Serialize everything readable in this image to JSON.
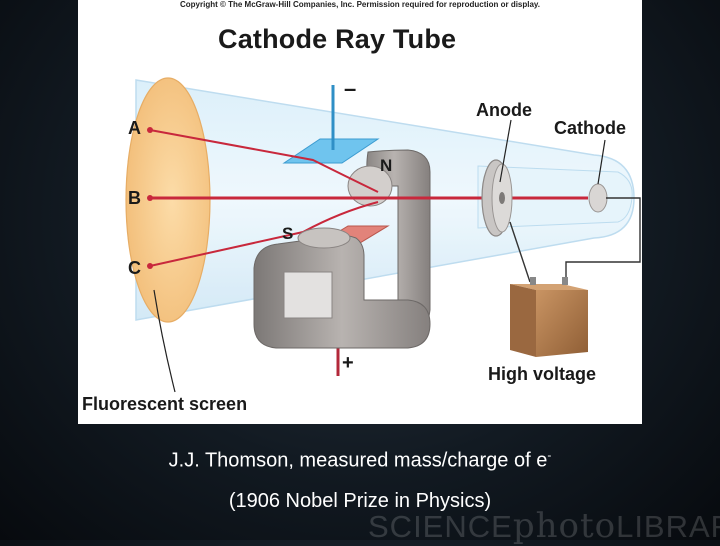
{
  "figure": {
    "copyright": "Copyright © The McGraw-Hill Companies, Inc. Permission required for reproduction or display.",
    "title": "Cathode Ray Tube",
    "labels": {
      "minus": "–",
      "plus": "+",
      "a": "A",
      "b": "B",
      "c": "C",
      "n": "N",
      "s": "S",
      "anode": "Anode",
      "cathode": "Cathode",
      "high_voltage": "High voltage",
      "fluorescent_screen": "Fluorescent screen"
    },
    "colors": {
      "beam": "#c8283c",
      "screen": "#f7c98a",
      "plate_top": "#6fc4ee",
      "plate_bottom": "#e2837a",
      "magnet": "#9a9593",
      "battery": "#b9814f"
    }
  },
  "caption": {
    "line1": "J.J. Thomson, measured mass/charge of e",
    "superscript": "-",
    "line2": "(1906 Nobel Prize in Physics)"
  },
  "watermark": {
    "part1": "SCIENCE",
    "part2": "photo",
    "part3": "LIBRARY"
  }
}
